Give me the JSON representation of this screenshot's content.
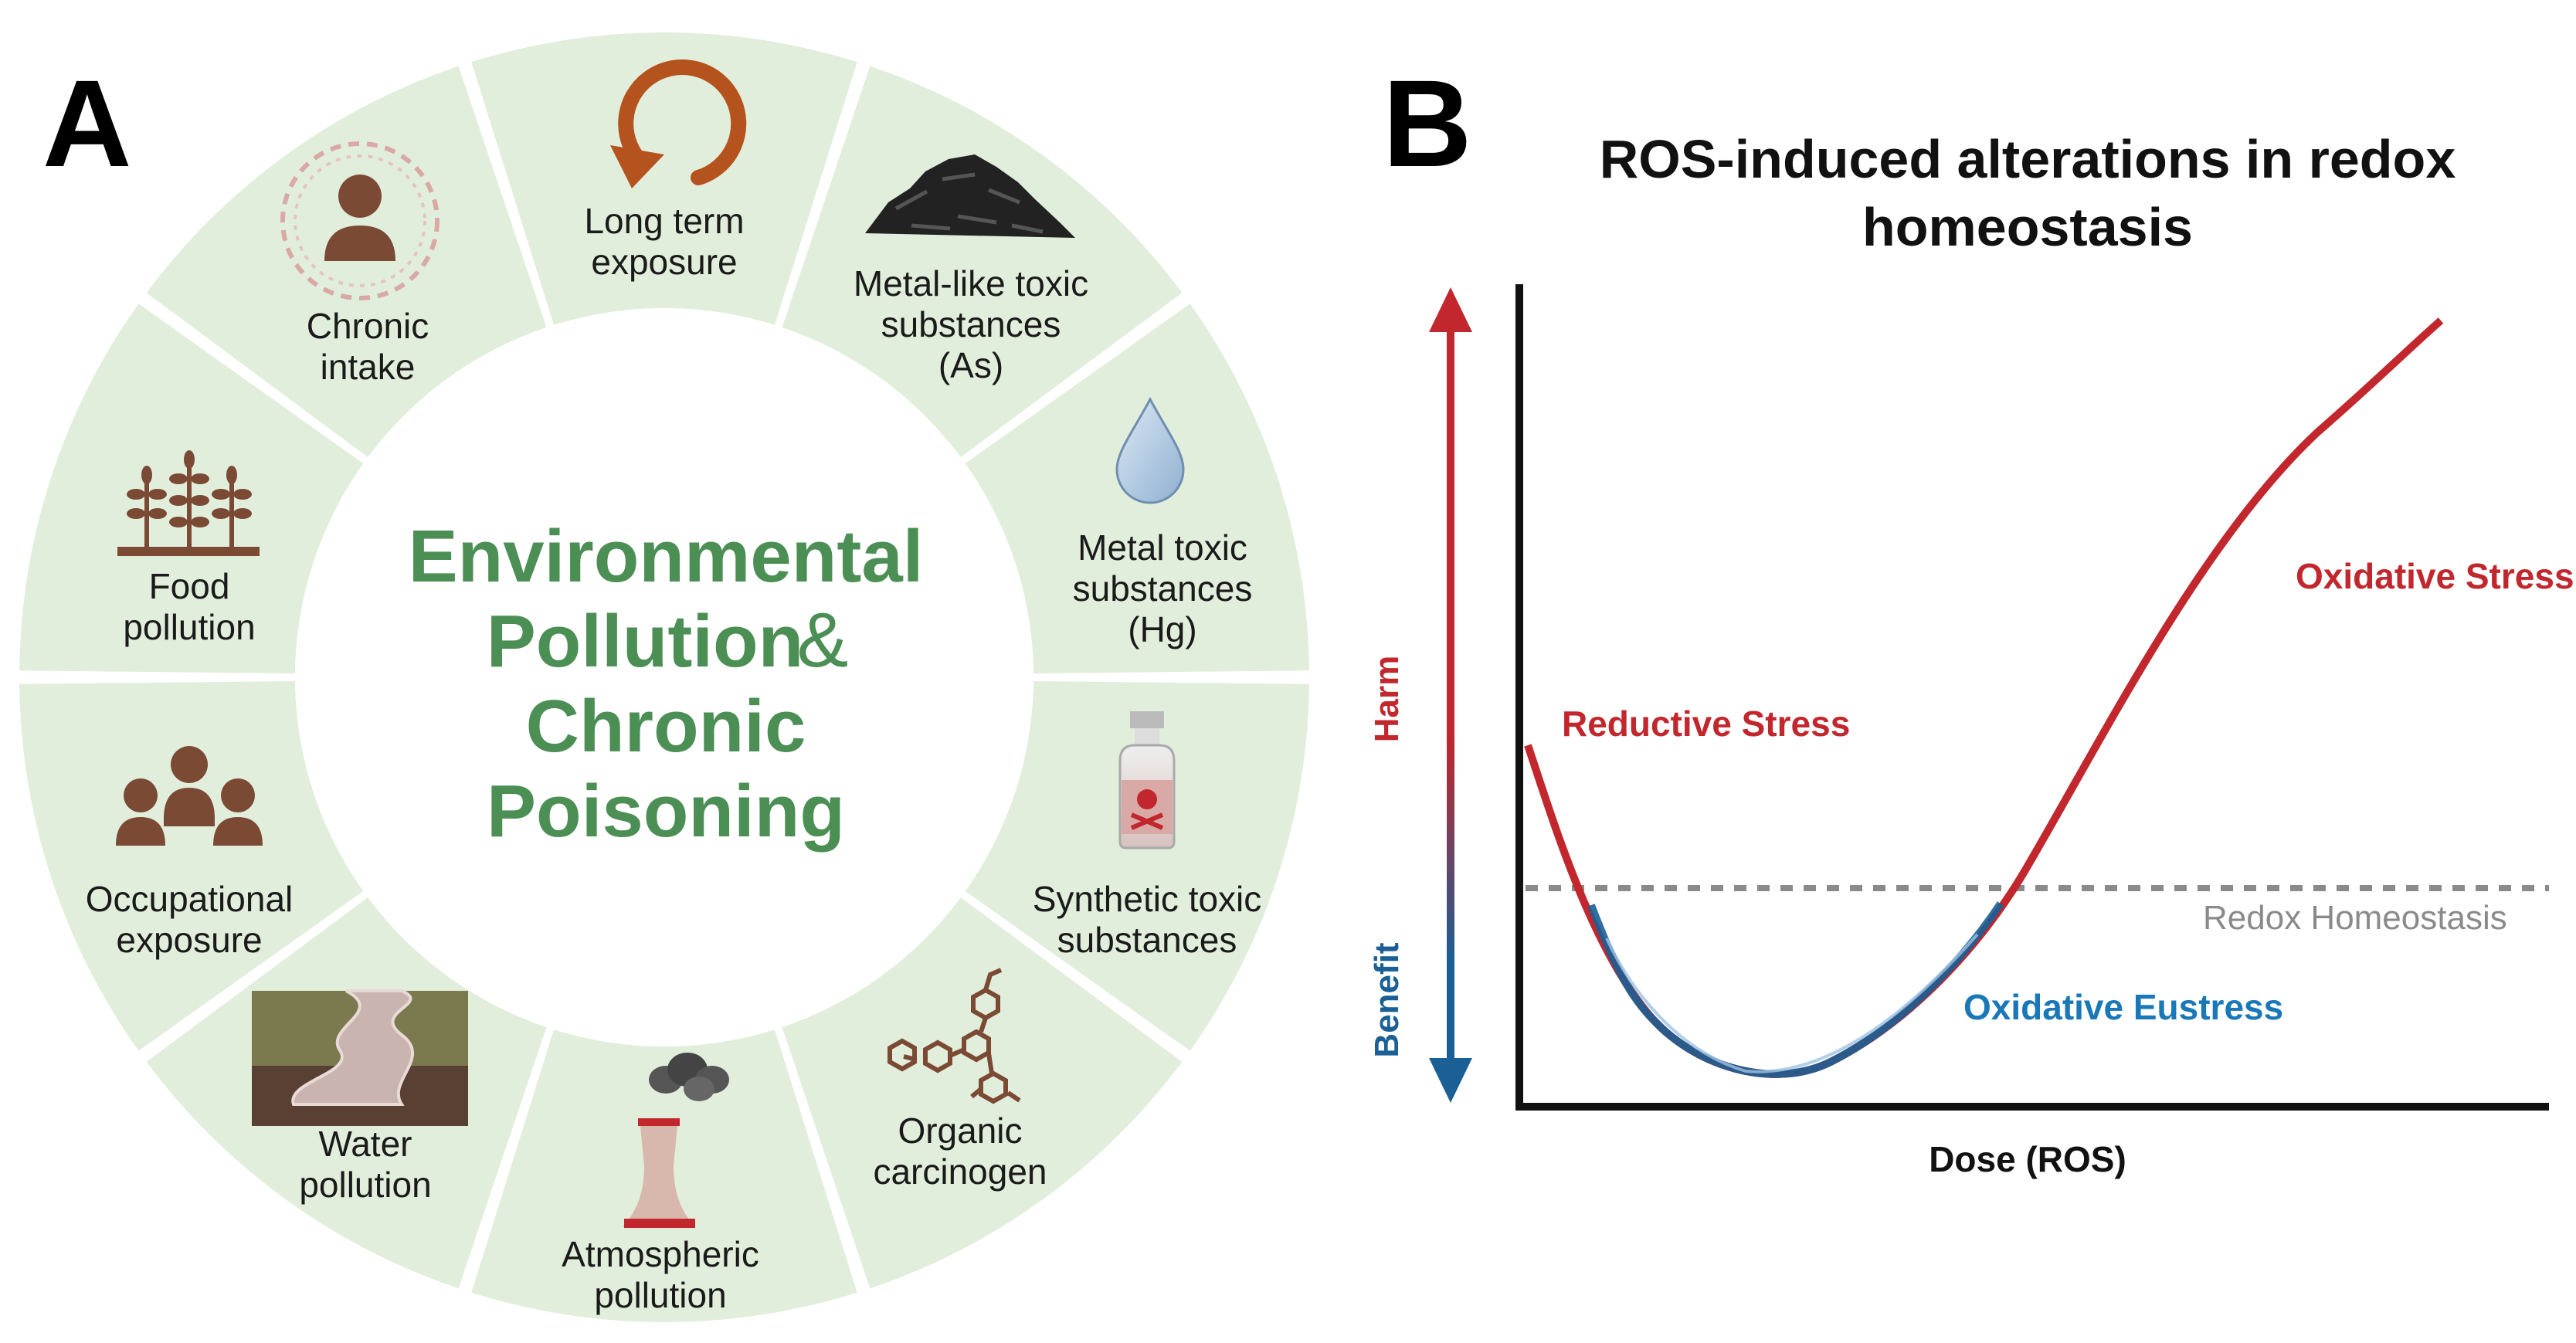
{
  "panel_a": {
    "letter": "A",
    "center_title_lines": [
      "Environmental",
      "Pollution",
      "&",
      "Chronic",
      "Poisoning"
    ],
    "segments": [
      {
        "lines": [
          "Long term",
          "exposure"
        ],
        "icon": "cycle-arrow-icon"
      },
      {
        "lines": [
          "Metal-like toxic",
          "substances",
          "(As)"
        ],
        "icon": "coal-pile-icon"
      },
      {
        "lines": [
          "Metal toxic",
          "substances",
          "(Hg)"
        ],
        "icon": "water-drop-icon"
      },
      {
        "lines": [
          "Synthetic toxic",
          "substances"
        ],
        "icon": "poison-bottle-icon"
      },
      {
        "lines": [
          "Organic",
          "carcinogen"
        ],
        "icon": "molecule-structure-icon"
      },
      {
        "lines": [
          "Atmospheric",
          "pollution"
        ],
        "icon": "smokestack-icon"
      },
      {
        "lines": [
          "Water",
          "pollution"
        ],
        "icon": "polluted-river-icon"
      },
      {
        "lines": [
          "Occupational",
          "exposure"
        ],
        "icon": "people-group-icon"
      },
      {
        "lines": [
          "Food",
          "pollution"
        ],
        "icon": "crop-plants-icon"
      },
      {
        "lines": [
          "Chronic",
          "intake"
        ],
        "icon": "person-exposure-icon"
      }
    ],
    "colors": {
      "ring": "#e2eedc",
      "title": "#4c8f55",
      "icon": "#7b4a35"
    }
  },
  "panel_b": {
    "letter": "B",
    "title_lines": [
      "ROS-induced alterations in redox",
      "homeostasis"
    ],
    "labels": {
      "reductive": "Reductive Stress",
      "oxidative": "Oxidative Stress",
      "eustress": "Oxidative Eustress",
      "homeostasis": "Redox Homeostasis",
      "x_axis": "Dose (ROS)",
      "harm": "Harm",
      "benefit": "Benefit"
    },
    "colors": {
      "red": "#c1272d",
      "blue": "#1a5f95",
      "eustress": "#1a78b8",
      "homeostasis_line": "#8a8a8a"
    }
  }
}
